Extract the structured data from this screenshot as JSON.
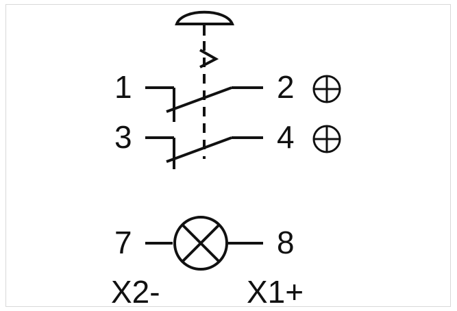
{
  "diagram": {
    "terminals": {
      "t1": "1",
      "t2": "2",
      "t3": "3",
      "t4": "4",
      "t7": "7",
      "t8": "8"
    },
    "lamp_labels": {
      "negative": "X2-",
      "positive": "X1+"
    }
  }
}
